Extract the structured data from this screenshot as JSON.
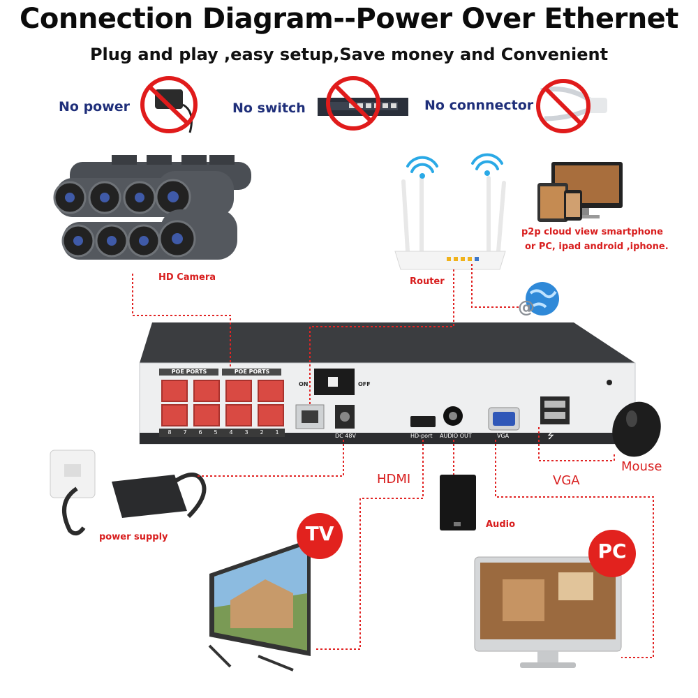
{
  "header": {
    "title": "Connection Diagram--Power Over Ethernet",
    "subtitle": "Plug and play ,easy setup,Save money and Convenient"
  },
  "features": {
    "no_power": "No power",
    "no_switch": "No switch",
    "no_connector": "No connnector"
  },
  "labels": {
    "hd_camera": "HD Camera",
    "router": "Router",
    "p2p_line1": "p2p cloud  view smartphone",
    "p2p_line2": "or PC, ipad android ,iphone.",
    "hdmi": "HDMI",
    "vga": "VGA",
    "mouse": "Mouse",
    "audio": "Audio",
    "power_supply": "power supply",
    "tv": "TV",
    "pc": "PC"
  },
  "nvr": {
    "poe_ports_left": "POE PORTS",
    "poe_ports_right": "POE PORTS",
    "port_numbers": [
      "8",
      "7",
      "6",
      "5",
      "4",
      "3",
      "2",
      "1"
    ],
    "on": "ON",
    "off": "OFF",
    "dc": "DC 48V",
    "hdmi_port": "HD-port",
    "audio_out": "AUDIO OUT",
    "vga_port": "VGA",
    "usb_icon": "usb-icon"
  },
  "colors": {
    "accent_red": "#e12424",
    "navy": "#1f2f7a",
    "port_red": "#d94a43"
  }
}
